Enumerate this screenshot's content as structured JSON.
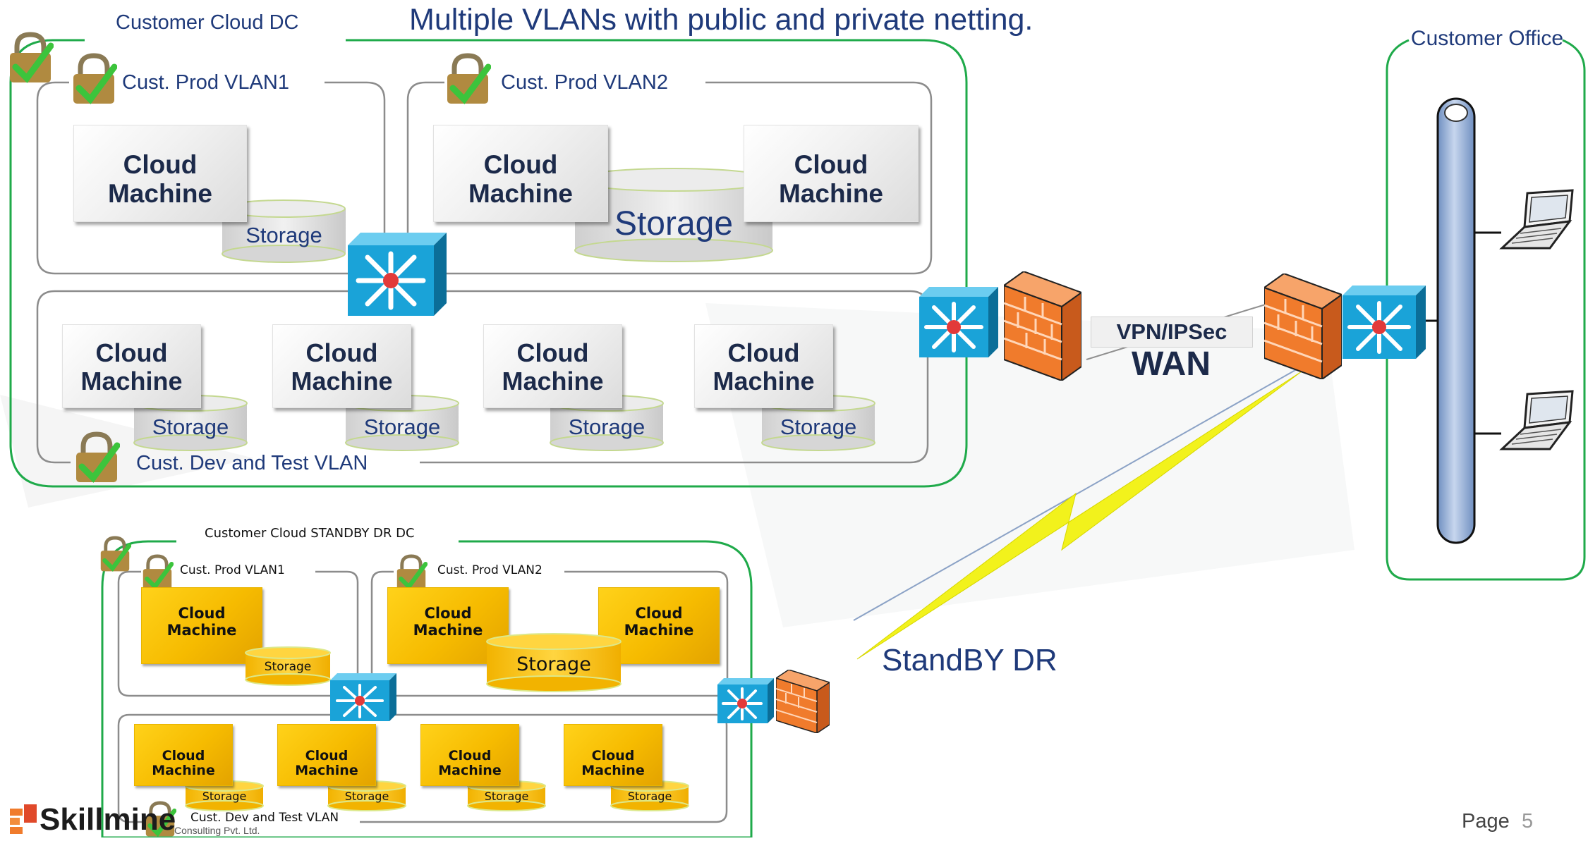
{
  "title": "Multiple VLANs with public and private netting.",
  "primary_dc": {
    "label": "Customer Cloud DC",
    "vlan1": {
      "label": "Cust. Prod VLAN1",
      "machine": "Cloud Machine",
      "storage": "Storage"
    },
    "vlan2": {
      "label": "Cust. Prod VLAN2",
      "machine_left": "Cloud Machine",
      "machine_right": "Cloud Machine",
      "storage": "Storage"
    },
    "devtest": {
      "label": "Cust. Dev and Test VLAN",
      "machines": [
        "Cloud Machine",
        "Cloud Machine",
        "Cloud Machine",
        "Cloud Machine"
      ],
      "storage": [
        "Storage",
        "Storage",
        "Storage",
        "Storage"
      ]
    }
  },
  "wan": {
    "vpn_label": "VPN/IPSec",
    "wan_label": "WAN"
  },
  "office": {
    "label": "Customer Office"
  },
  "standby_link_label": "StandBY DR",
  "dr_dc": {
    "label": "Customer Cloud STANDBY DR DC",
    "vlan1": {
      "label": "Cust. Prod VLAN1",
      "machine": "Cloud Machine",
      "storage": "Storage"
    },
    "vlan2": {
      "label": "Cust. Prod VLAN2",
      "machine_left": "Cloud Machine",
      "machine_right": "Cloud Machine",
      "storage": "Storage"
    },
    "devtest": {
      "label": "Cust. Dev and Test VLAN",
      "machines": [
        "Cloud Machine",
        "Cloud Machine",
        "Cloud Machine",
        "Cloud Machine"
      ],
      "storage": [
        "Storage",
        "Storage",
        "Storage",
        "Storage"
      ]
    }
  },
  "footer": {
    "logo_text": "Skillmine",
    "logo_subtext": "Consulting Pvt. Ltd.",
    "page_label": "Page",
    "page_number": "5"
  },
  "colors": {
    "green_border": "#1faa4a",
    "gray_border": "#8c8c8c",
    "switch_blue": "#1aa3d8",
    "firewall_orange": "#f07b2c",
    "gold": "#f6bb00",
    "title_blue": "#1f3a7a",
    "bolt_yellow": "#f2f21c"
  },
  "icons": [
    "lock-check-icon",
    "switch-icon",
    "firewall-icon",
    "laptop-icon",
    "lightning-bolt-icon"
  ]
}
